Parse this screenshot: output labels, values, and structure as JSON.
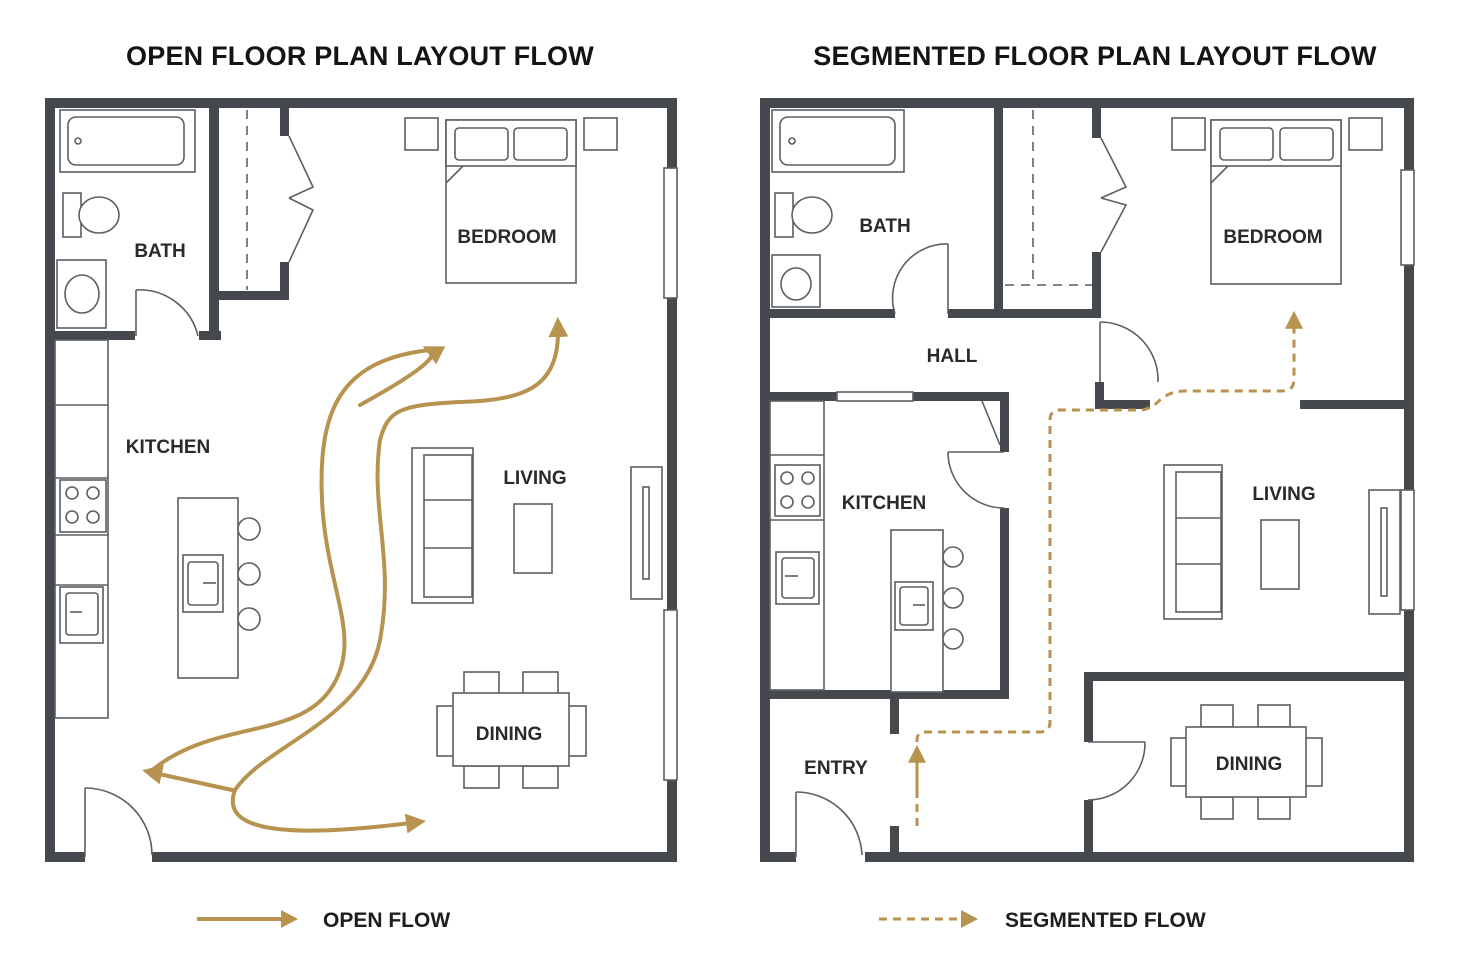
{
  "open_plan": {
    "title": "OPEN FLOOR PLAN LAYOUT FLOW",
    "rooms": {
      "bath": "BATH",
      "bedroom": "BEDROOM",
      "kitchen": "KITCHEN",
      "living": "LIVING",
      "dining": "DINING"
    }
  },
  "segmented_plan": {
    "title": "SEGMENTED FLOOR PLAN LAYOUT FLOW",
    "rooms": {
      "bath": "BATH",
      "bedroom": "BEDROOM",
      "hall": "HALL",
      "kitchen": "KITCHEN",
      "living": "LIVING",
      "entry": "ENTRY",
      "dining": "DINING"
    }
  },
  "legend": {
    "open_flow": "OPEN FLOW",
    "segmented_flow": "SEGMENTED FLOW"
  },
  "colors": {
    "flow": "#b8924f",
    "wall": "#45484c",
    "line": "#5c5f63",
    "background": "#ffffff"
  }
}
